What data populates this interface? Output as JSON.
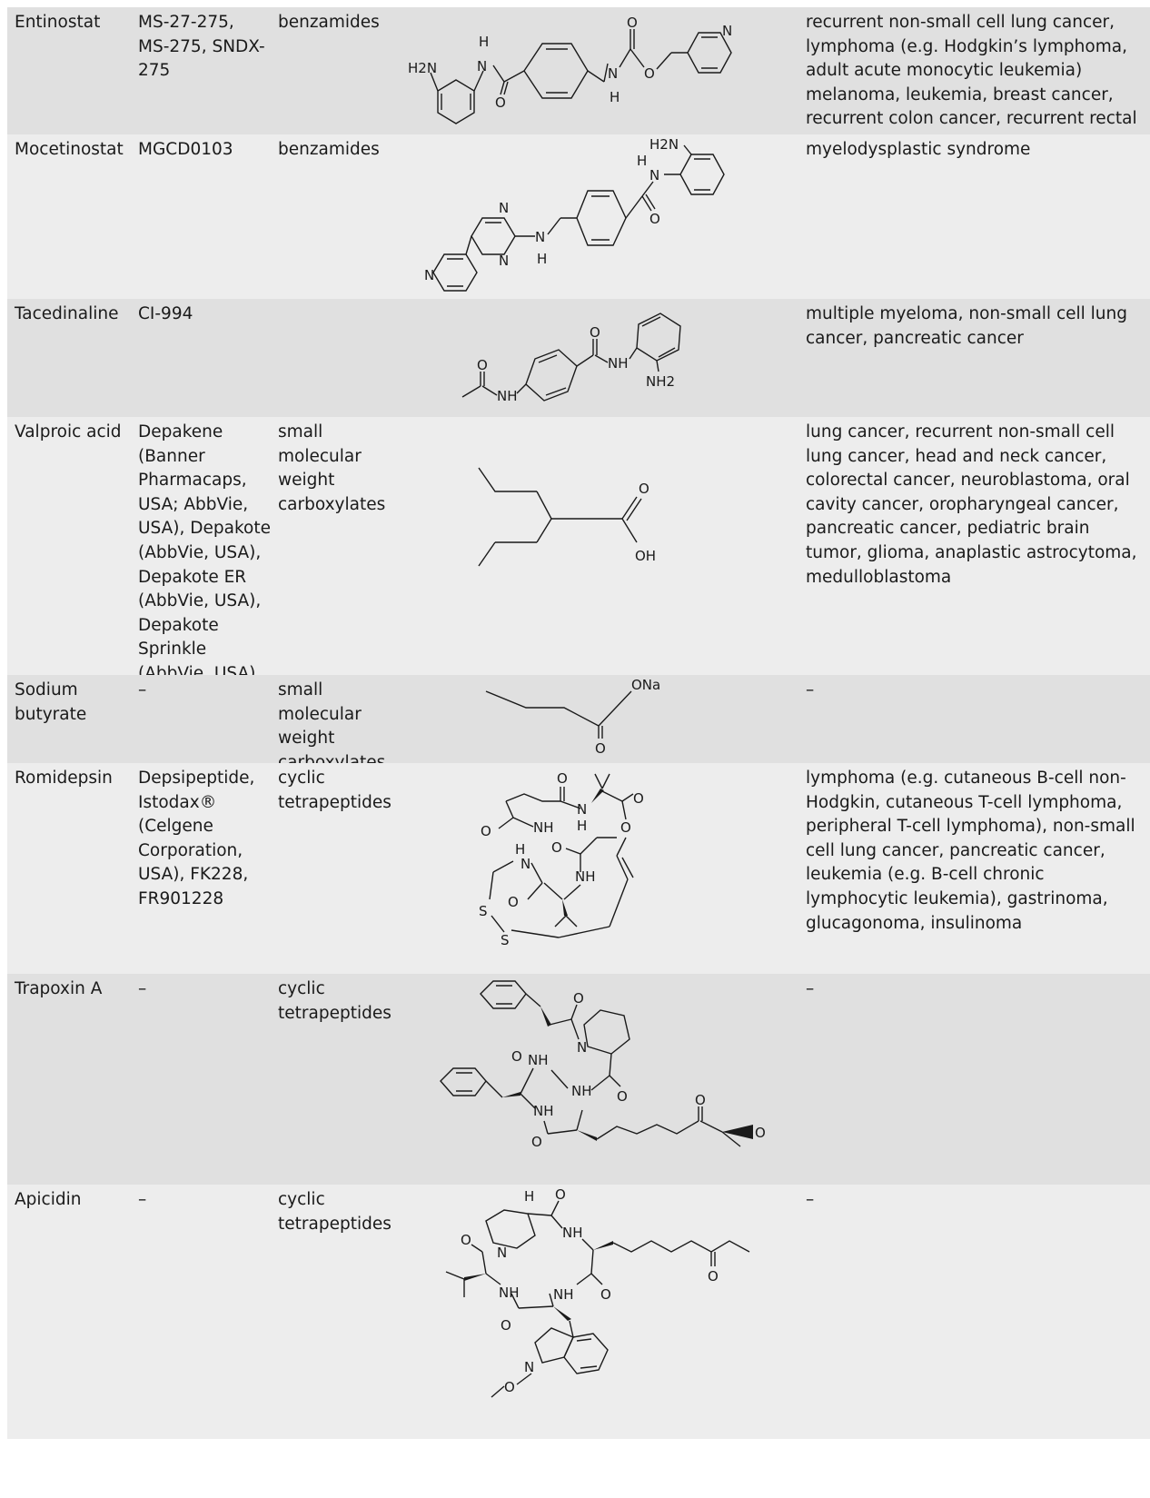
{
  "rows": [
    {
      "name": "Entinostat",
      "synonyms": "MS-27-275, MS-275, SNDX-275",
      "class": "benzamides",
      "structure_icon": "entinostat-structure",
      "indications": "recurrent non-small cell lung cancer, lymphoma (e.g. Hodgkin’s lymphoma, adult acute monocytic leukemia) melanoma, leukemia, breast cancer, recurrent colon cancer, recurrent rectal cancer"
    },
    {
      "name": "Mocetinostat",
      "synonyms": "MGCD0103",
      "class": "benzamides",
      "structure_icon": "mocetinostat-structure",
      "indications": "myelodysplastic syndrome"
    },
    {
      "name": "Tacedinaline",
      "synonyms": "CI-994",
      "class": "",
      "structure_icon": "tacedinaline-structure",
      "indications": "multiple myeloma, non-small cell lung cancer, pancreatic cancer"
    },
    {
      "name": "Valproic acid",
      "synonyms": "Depakene (Banner Pharmacaps, USA; AbbVie, USA), Depakote (AbbVie, USA), Depakote ER (AbbVie, USA), Depakote Sprinkle (AbbVie, USA)",
      "class": "small molecular weight carboxylates",
      "structure_icon": "valproic-acid-structure",
      "indications": "lung cancer, recurrent non-small cell lung cancer, head and neck cancer, colorectal cancer, neuroblastoma, oral cavity cancer, oropharyngeal cancer, pancreatic cancer, pediatric brain tumor, glioma, anaplastic astrocytoma, medulloblastoma"
    },
    {
      "name": "Sodium butyrate",
      "synonyms": "–",
      "class": "small molecular weight carboxylates",
      "structure_icon": "sodium-butyrate-structure",
      "indications": "–"
    },
    {
      "name": "Romidepsin",
      "synonyms": "Depsipeptide, Istodax® (Celgene Corporation, USA), FK228, FR901228",
      "class": "cyclic tetrapeptides",
      "structure_icon": "romidepsin-structure",
      "indications": "lymphoma (e.g. cutaneous B-cell non-Hodgkin, cutaneous T-cell lymphoma, peripheral T-cell lymphoma), non-small cell lung cancer, pancreatic cancer, leukemia (e.g. B-cell chronic lymphocytic leukemia), gastrinoma, glucagonoma, insulinoma"
    },
    {
      "name": "Trapoxin A",
      "synonyms": "–",
      "class": "cyclic tetrapeptides",
      "structure_icon": "trapoxin-a-structure",
      "indications": "–"
    },
    {
      "name": "Apicidin",
      "synonyms": "–",
      "class": "cyclic tetrapeptides",
      "structure_icon": "apicidin-structure",
      "indications": "–"
    }
  ],
  "atoms": {
    "n": "N",
    "h": "H",
    "o": "O",
    "h2n": "H2N",
    "nh": "NH",
    "nh2": "NH2",
    "oh": "OH",
    "ona": "ONa",
    "s": "S"
  }
}
